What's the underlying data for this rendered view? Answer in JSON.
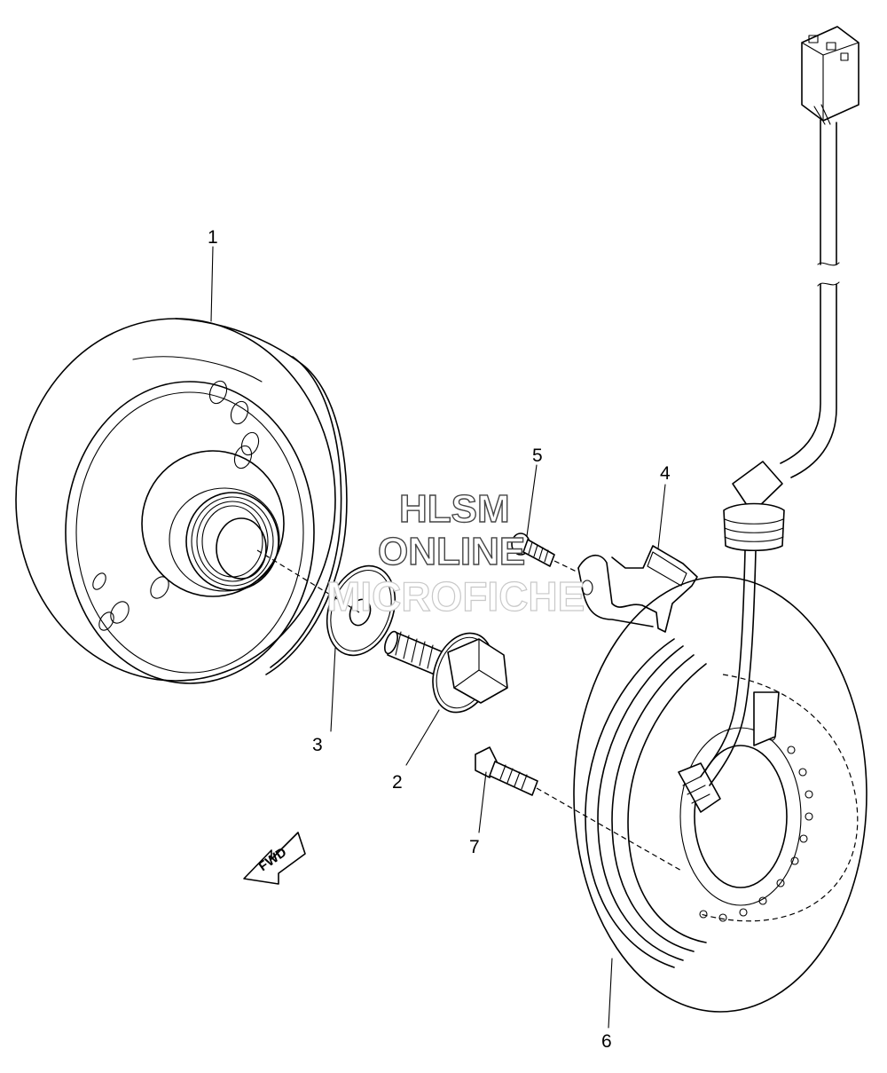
{
  "callouts": {
    "part_1": "1",
    "part_2": "2",
    "part_3": "3",
    "part_4": "4",
    "part_5": "5",
    "part_6": "6",
    "part_7": "7"
  },
  "watermark": {
    "line1": "HLSM",
    "line2": "ONLINE",
    "line3": "MICROFICHE"
  },
  "direction_arrow": {
    "label": "FWD"
  },
  "colors": {
    "lines": "#000000",
    "background": "#ffffff",
    "watermark_outline": "#444444"
  }
}
